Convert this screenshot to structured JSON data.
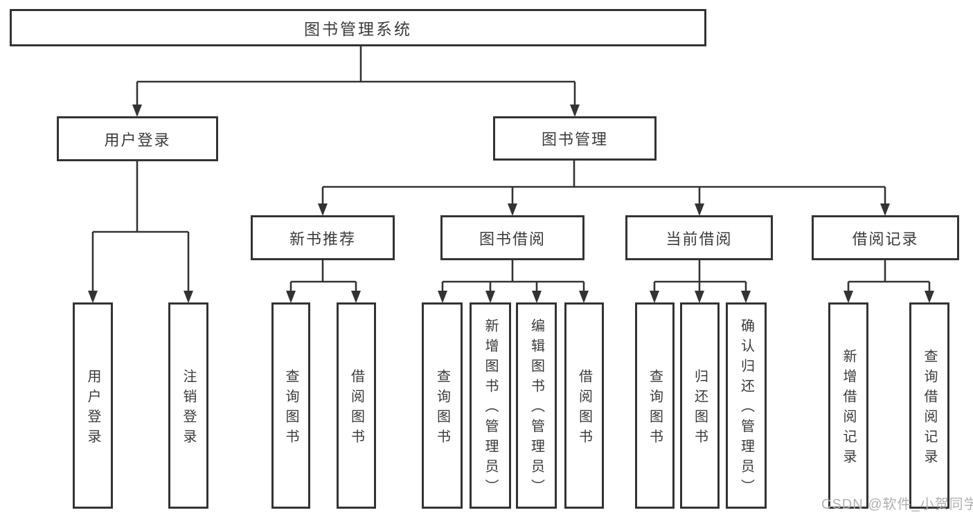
{
  "diagram": {
    "nodes": {
      "root": "图书管理系统",
      "user_login": "用户登录",
      "book_mgmt": "图书管理",
      "new_rec": "新书推荐",
      "book_borrow": "图书借阅",
      "current_borrow": "当前借阅",
      "borrow_records": "借阅记录",
      "ul_login": "用户登录",
      "ul_logout": "注销登录",
      "nr_query": "查询图书",
      "nr_borrow": "借阅图书",
      "bb_query": "查询图书",
      "bb_add": "新增图书（管理员）",
      "bb_edit": "编辑图书（管理员）",
      "bb_borrow": "借阅图书",
      "cb_query": "查询图书",
      "cb_return": "归还图书",
      "cb_confirm": "确认归还（管理员）",
      "br_add": "新增借阅记录",
      "br_query": "查询借阅记录"
    }
  },
  "watermark": "CSDN @软件_小贺同学",
  "colors": {
    "line": "#333333",
    "text": "#3a3a3a",
    "watermark": "#b0b0b0",
    "background": "#ffffff"
  }
}
